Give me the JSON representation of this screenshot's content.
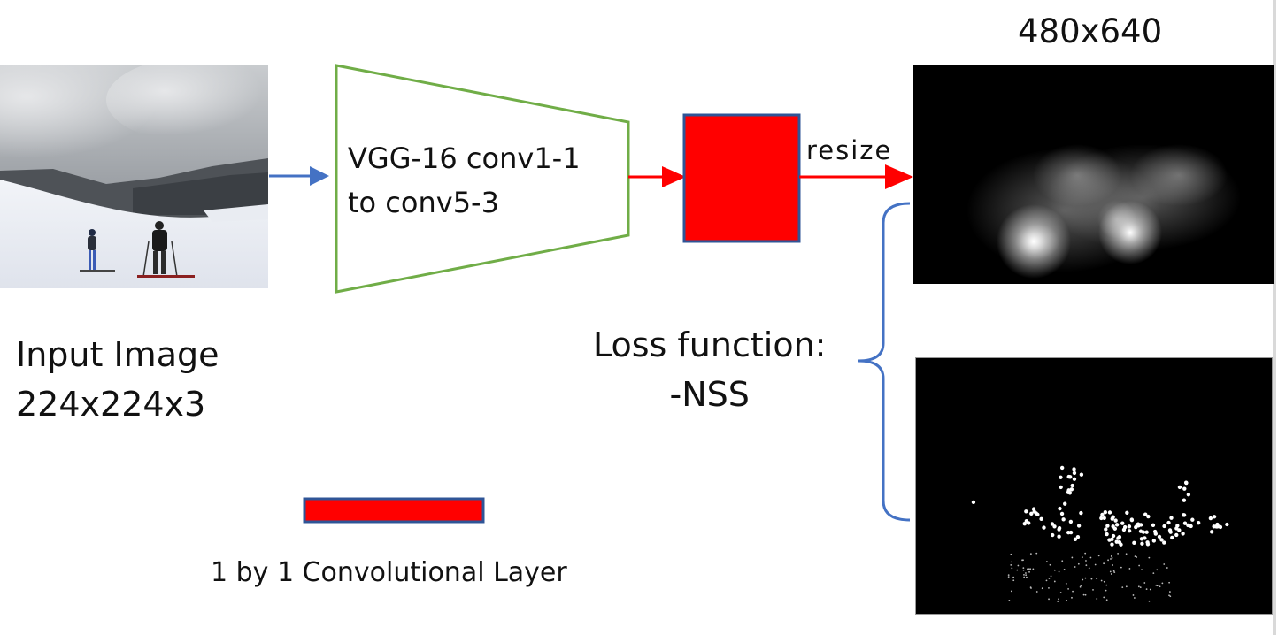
{
  "labels": {
    "input_line1": "Input Image",
    "input_line2": "224x224x3",
    "vgg_line1": "VGG-16 conv1-1",
    "vgg_line2": "to conv5-3",
    "resize": "resize",
    "output_size": "480x640",
    "loss_line1": "Loss function:",
    "loss_line2": "-NSS",
    "legend": "1 by 1 Convolutional Layer"
  },
  "colors": {
    "encoder_outline": "#70ad47",
    "conv_fill": "#ff0000",
    "conv_border": "#2f5597",
    "arrow_blue": "#4472c4",
    "arrow_red": "#ff0000",
    "brace": "#4472c4"
  }
}
